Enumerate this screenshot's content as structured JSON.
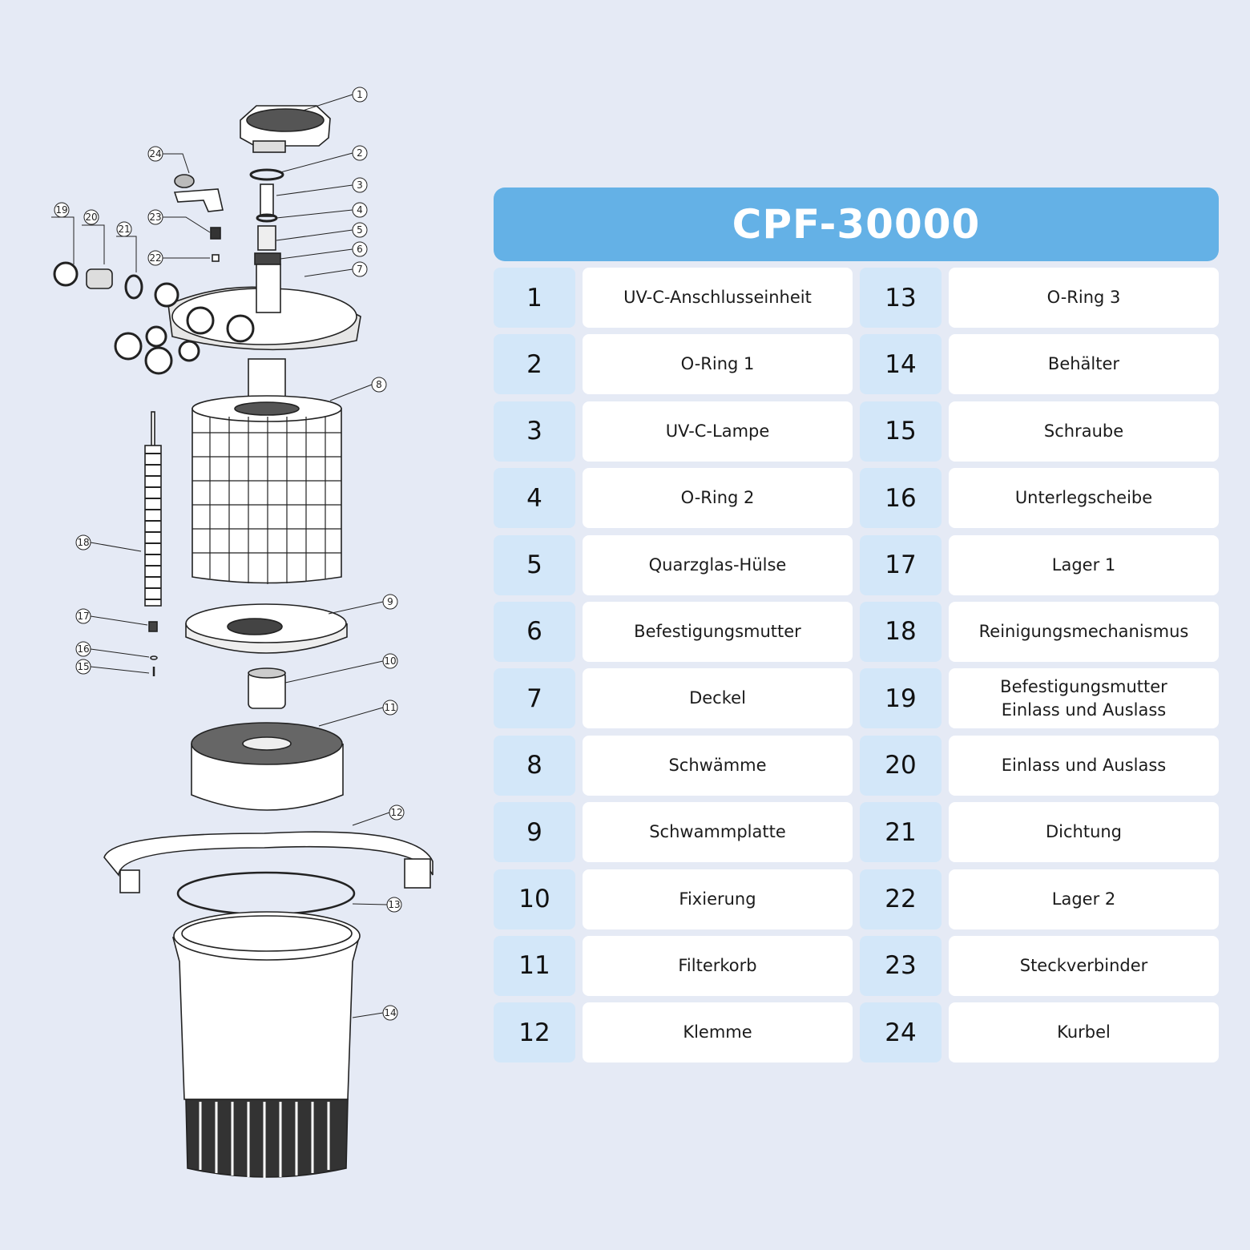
{
  "title": "CPF-30000",
  "colors": {
    "background": "#e5eaf5",
    "title_bar": "#64b1e6",
    "number_cell": "#d3e7f9",
    "name_cell": "#ffffff"
  },
  "parts": [
    {
      "num": "1",
      "name": "UV-C-Anschlusseinheit"
    },
    {
      "num": "2",
      "name": "O-Ring 1"
    },
    {
      "num": "3",
      "name": "UV-C-Lampe"
    },
    {
      "num": "4",
      "name": "O-Ring 2"
    },
    {
      "num": "5",
      "name": "Quarzglas-Hülse"
    },
    {
      "num": "6",
      "name": "Befestigungsmutter"
    },
    {
      "num": "7",
      "name": "Deckel"
    },
    {
      "num": "8",
      "name": "Schwämme"
    },
    {
      "num": "9",
      "name": "Schwammplatte"
    },
    {
      "num": "10",
      "name": "Fixierung"
    },
    {
      "num": "11",
      "name": "Filterkorb"
    },
    {
      "num": "12",
      "name": "Klemme"
    },
    {
      "num": "13",
      "name": "O-Ring 3"
    },
    {
      "num": "14",
      "name": "Behälter"
    },
    {
      "num": "15",
      "name": "Schraube"
    },
    {
      "num": "16",
      "name": "Unterlegscheibe"
    },
    {
      "num": "17",
      "name": "Lager 1"
    },
    {
      "num": "18",
      "name": "Reinigungsmechanismus"
    },
    {
      "num": "19",
      "name": "Befestigungsmutter\nEinlass und Auslass"
    },
    {
      "num": "20",
      "name": "Einlass und Auslass"
    },
    {
      "num": "21",
      "name": "Dichtung"
    },
    {
      "num": "22",
      "name": "Lager 2"
    },
    {
      "num": "23",
      "name": "Steckverbinder"
    },
    {
      "num": "24",
      "name": "Kurbel"
    }
  ],
  "callouts": [
    "1",
    "2",
    "3",
    "4",
    "5",
    "6",
    "7",
    "8",
    "9",
    "10",
    "11",
    "12",
    "13",
    "14",
    "15",
    "16",
    "17",
    "18",
    "19",
    "20",
    "21",
    "22",
    "23",
    "24"
  ]
}
